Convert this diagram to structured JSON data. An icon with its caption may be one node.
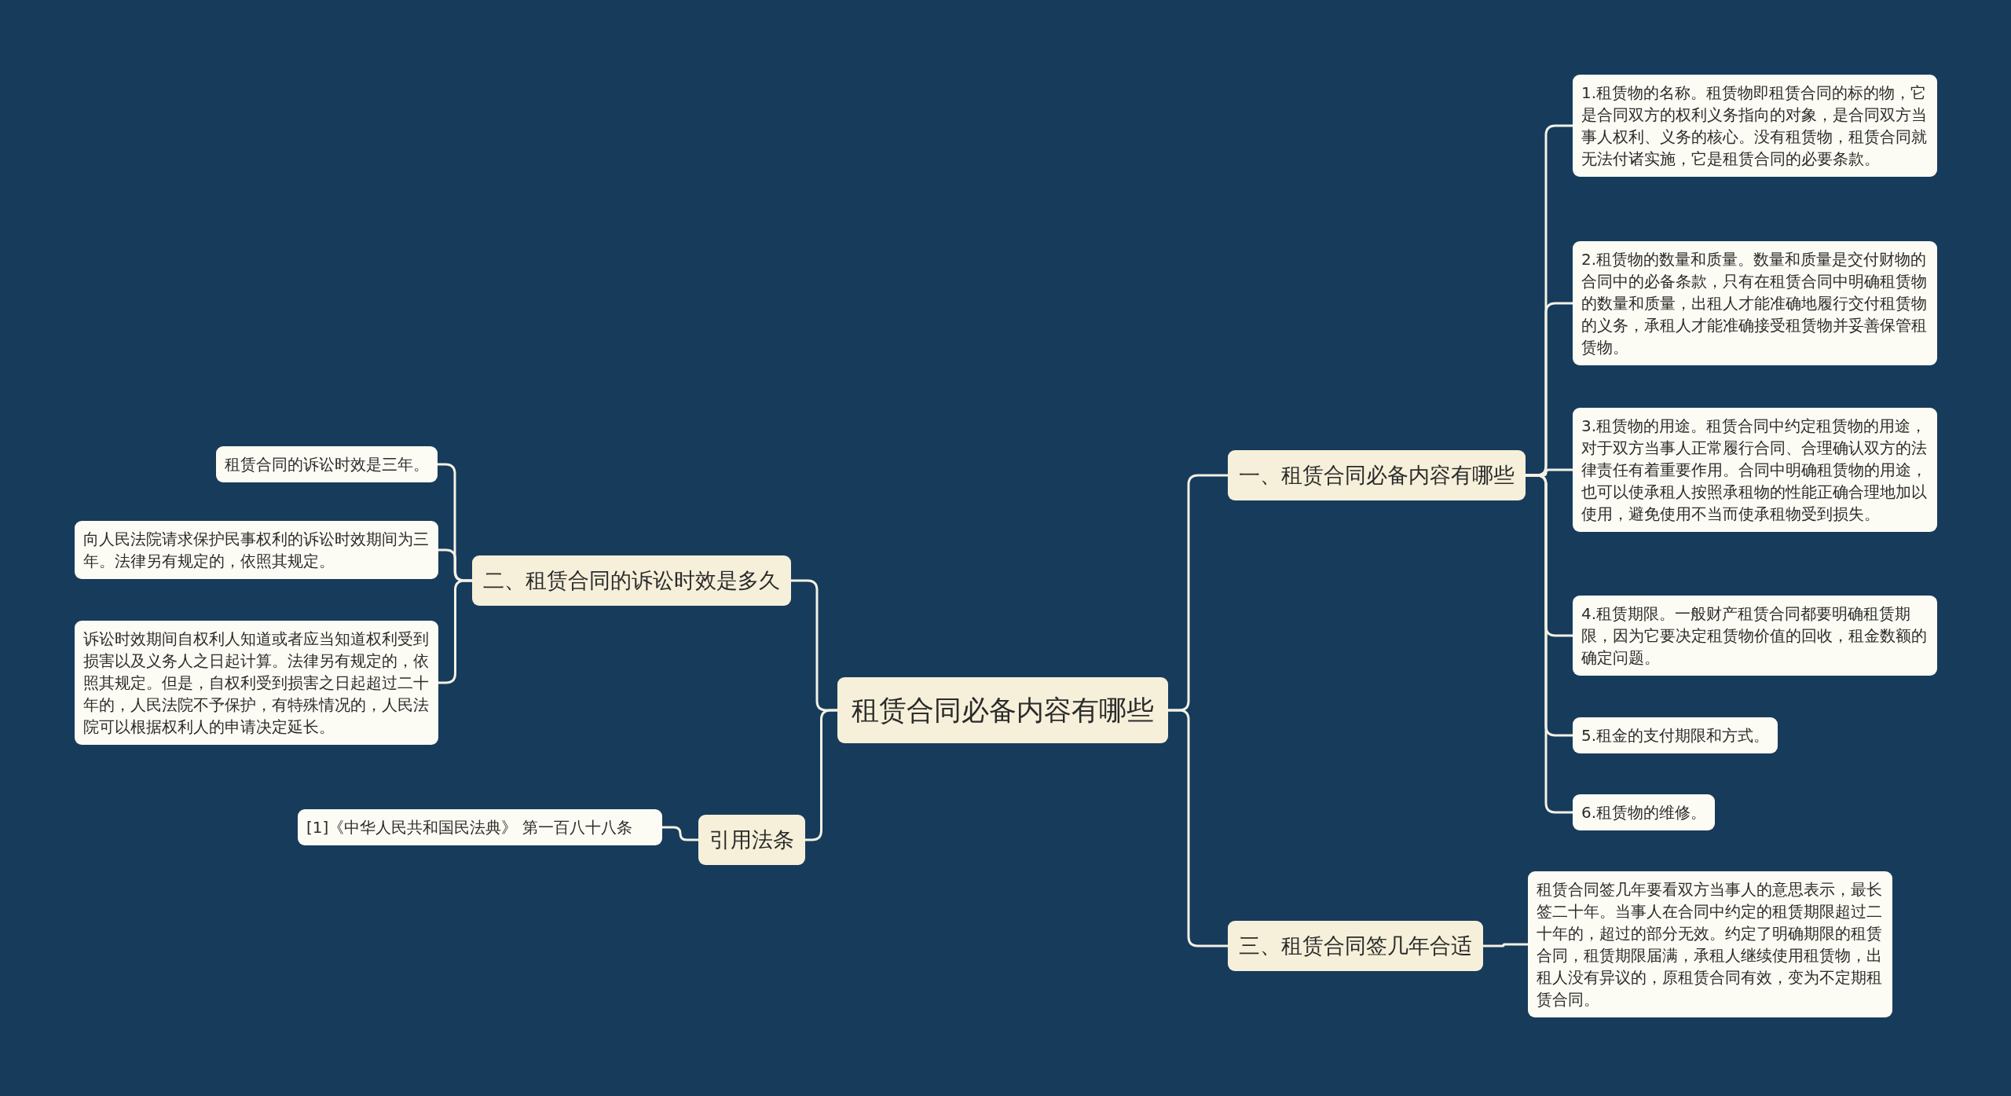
{
  "diagram": {
    "nodes": [
      {
        "text": [
          "租赁合同必备内容有哪些"
        ]
      },
      {
        "text": [
          "一、租赁合同必备内容有哪些"
        ]
      },
      {
        "text": [
          "1.租赁物的名称。租赁物即租赁合同的标的物，它是合同双方的权利义务指向的对象，是合同双方当事人权利、义务的核心。没有租赁物，租赁合同就无法付诸实施，它是租赁合同的必要条款。"
        ]
      },
      {
        "text": [
          "2.租赁物的数量和质量。数量和质量是交付财物的合同中的必备条款，只有在租赁合同中明确租赁物的数量和质量，出租人才能准确地履行交付租赁物的义务，承租人才能准确接受租赁物并妥善保管租赁物。"
        ]
      },
      {
        "text": [
          "3.租赁物的用途。租赁合同中约定租赁物的用途，对于双方当事人正常履行合同、合理确认双方的法律责任有着重要作用。合同中明确租赁物的用途，也可以使承租人按照承租物的性能正确合理地加以使用，避免使用不当而使承租物受到损失。"
        ]
      },
      {
        "text": [
          "4.租赁期限。一般财产租赁合同都要明确租赁期限，因为它要决定租赁物价值的回收，租金数额的确定问题。"
        ]
      },
      {
        "text": [
          "5.租金的支付期限和方式。"
        ]
      },
      {
        "text": [
          "6.租赁物的维修。"
        ]
      },
      {
        "text": [
          "三、租赁合同签几年合适"
        ]
      },
      {
        "text": [
          "租赁合同签几年要看双方当事人的意思表示，最长签二十年。当事人在合同中约定的租赁期限超过二十年的，超过的部分无效。约定了明确期限的租赁合同，租赁期限届满，承租人继续使用租赁物，出租人没有异议的，原租赁合同有效，变为不定期租赁合同。"
        ]
      },
      {
        "text": [
          "二、租赁合同的诉讼时效是多久"
        ]
      },
      {
        "text": [
          "租赁合同的诉讼时效是三年。"
        ]
      },
      {
        "text": [
          "向人民法院请求保护民事权利的诉讼时效期间为三年。法律另有规定的，依照其规定。"
        ]
      },
      {
        "text": [
          "诉讼时效期间自权利人知道或者应当知道权利受到损害以及义务人之日起计算。法律另有规定的，依照其规定。但是，自权利受到损害之日起超过二十年的，人民法院不予保护，有特殊情况的，人民法院可以根据权利人的申请决定延长。"
        ]
      },
      {
        "text": [
          "引用法条"
        ]
      },
      {
        "text": [
          "[1]《中华人民共和国民法典》 第一百八十八条"
        ]
      }
    ],
    "edges": [
      {
        "from": 0,
        "to": 1,
        "arrow": "none"
      },
      {
        "from": 1,
        "to": 2,
        "arrow": "none"
      },
      {
        "from": 1,
        "to": 3,
        "arrow": "none"
      },
      {
        "from": 1,
        "to": 4,
        "arrow": "none"
      },
      {
        "from": 1,
        "to": 5,
        "arrow": "none"
      },
      {
        "from": 1,
        "to": 6,
        "arrow": "none"
      },
      {
        "from": 1,
        "to": 7,
        "arrow": "none"
      },
      {
        "from": 0,
        "to": 8,
        "arrow": "none"
      },
      {
        "from": 8,
        "to": 9,
        "arrow": "none"
      },
      {
        "from": 0,
        "to": 10,
        "arrow": "none"
      },
      {
        "from": 10,
        "to": 11,
        "arrow": "none"
      },
      {
        "from": 10,
        "to": 12,
        "arrow": "none"
      },
      {
        "from": 10,
        "to": 13,
        "arrow": "none"
      },
      {
        "from": 0,
        "to": 14,
        "arrow": "none"
      },
      {
        "from": 14,
        "to": 15,
        "arrow": "none"
      }
    ]
  }
}
